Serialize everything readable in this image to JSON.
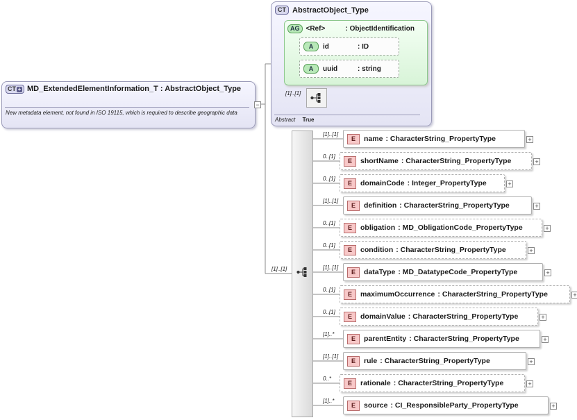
{
  "main_type": {
    "badge": "CT",
    "title": "MD_ExtendedElementInformation_T : AbstractObject_Type",
    "documentation": "New metadata element, not found in ISO 19115, which is required to describe geographic data"
  },
  "abstract_type": {
    "badge": "CT",
    "title": "AbstractObject_Type",
    "attribute_group": {
      "badge": "AG",
      "name": "<Ref>",
      "type": ": ObjectIdentification"
    },
    "attributes": [
      {
        "badge": "A",
        "name": "id",
        "type": ": ID"
      },
      {
        "badge": "A",
        "name": "uuid",
        "type": ": string"
      }
    ],
    "inner_sequence_card": "[1]..[1]",
    "property_key": "Abstract",
    "property_value": "True"
  },
  "sequence_card": "[1]..[1]",
  "elements": [
    {
      "card": "[1]..[1]",
      "name": "name",
      "type": "CharacterString_PropertyType",
      "optional": false
    },
    {
      "card": "0..[1]",
      "name": "shortName",
      "type": "CharacterString_PropertyType",
      "optional": true
    },
    {
      "card": "0..[1]",
      "name": "domainCode",
      "type": "Integer_PropertyType",
      "optional": true
    },
    {
      "card": "[1]..[1]",
      "name": "definition",
      "type": "CharacterString_PropertyType",
      "optional": false
    },
    {
      "card": "0..[1]",
      "name": "obligation",
      "type": "MD_ObligationCode_PropertyType",
      "optional": true
    },
    {
      "card": "0..[1]",
      "name": "condition",
      "type": "CharacterString_PropertyType",
      "optional": true
    },
    {
      "card": "[1]..[1]",
      "name": "dataType",
      "type": "MD_DatatypeCode_PropertyType",
      "optional": false
    },
    {
      "card": "0..[1]",
      "name": "maximumOccurrence",
      "type": "CharacterString_PropertyType",
      "optional": true
    },
    {
      "card": "0..[1]",
      "name": "domainValue",
      "type": "CharacterString_PropertyType",
      "optional": true
    },
    {
      "card": "[1]..*",
      "name": "parentEntity",
      "type": "CharacterString_PropertyType",
      "optional": false
    },
    {
      "card": "[1]..[1]",
      "name": "rule",
      "type": "CharacterString_PropertyType",
      "optional": false
    },
    {
      "card": "0..*",
      "name": "rationale",
      "type": "CharacterString_PropertyType",
      "optional": true
    },
    {
      "card": "[1]..*",
      "name": "source",
      "type": "CI_ResponsibleParty_PropertyType",
      "optional": false
    }
  ],
  "element_badge": "E",
  "colors": {
    "complex_type_border": "#9a9ab8",
    "attribute_group_fill": "#d8f4d8",
    "element_badge_fill": "#f8c8c8"
  }
}
